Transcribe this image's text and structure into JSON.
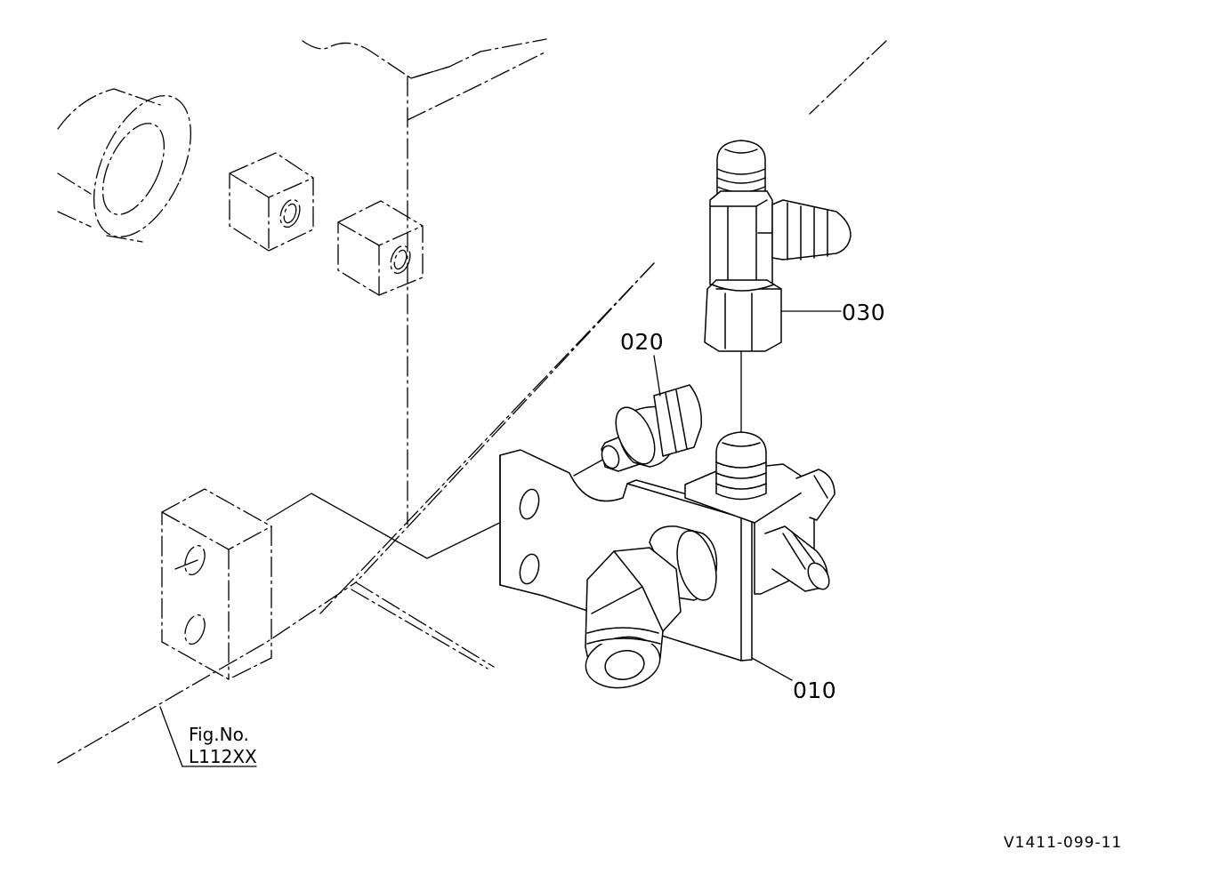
{
  "diagram": {
    "parts": [
      {
        "id": "part-010",
        "label": "010"
      },
      {
        "id": "part-020",
        "label": "020"
      },
      {
        "id": "part-030",
        "label": "030"
      }
    ],
    "figure_ref": {
      "line1": "Fig.No.",
      "line2": "L112XX"
    },
    "drawing_code": "V1411-099-11",
    "colors": {
      "ink": "#000000",
      "paper": "#ffffff"
    }
  }
}
